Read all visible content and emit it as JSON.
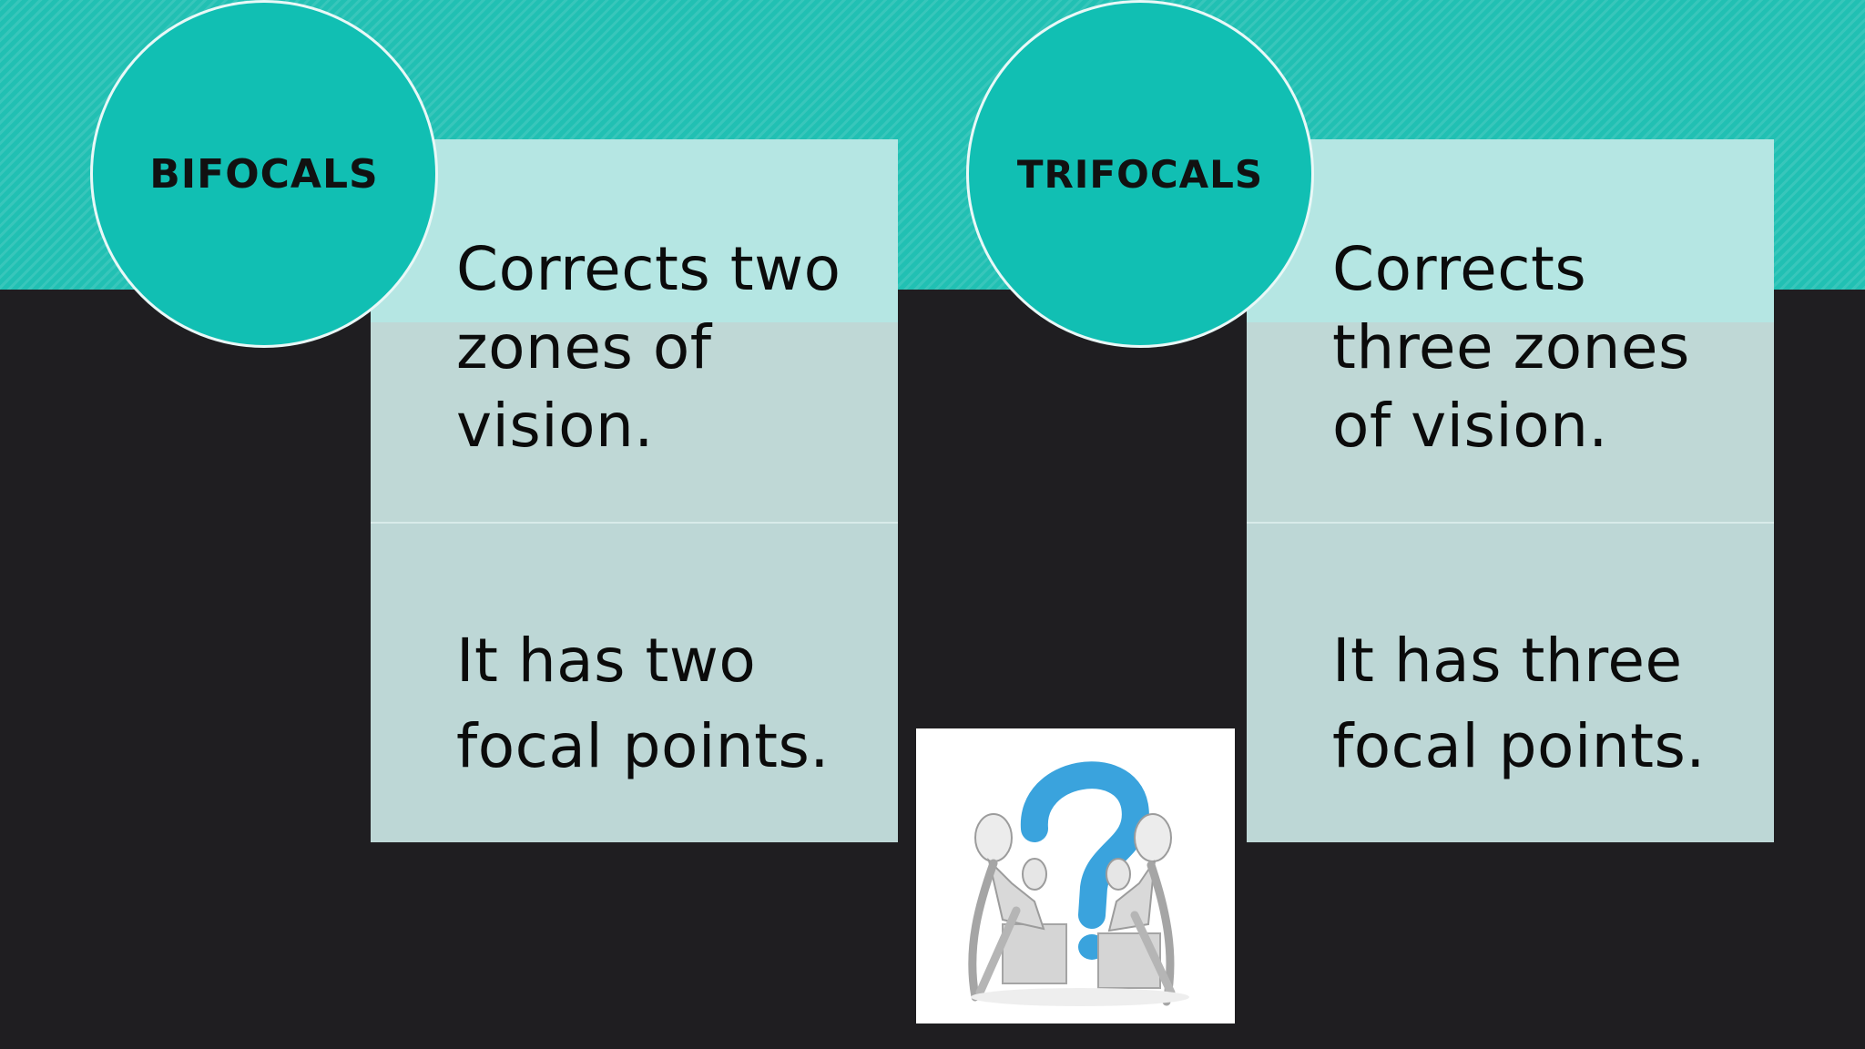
{
  "slide": {
    "left": {
      "heading": "BIFOCALS",
      "point_1": "Corrects two zones of vision.",
      "point_2": "It has two focal points."
    },
    "right": {
      "heading": "TRIFOCALS",
      "point_1": "Corrects three zones of vision.",
      "point_2": "It has three focal points."
    },
    "image": {
      "icon": "question-mark-figures"
    }
  },
  "colors": {
    "teal_band": "#21c0b3",
    "circle": "#11bfb3",
    "card": "#bdd7d6",
    "background": "#1f1e21",
    "question_mark": "#3aa3dd"
  }
}
